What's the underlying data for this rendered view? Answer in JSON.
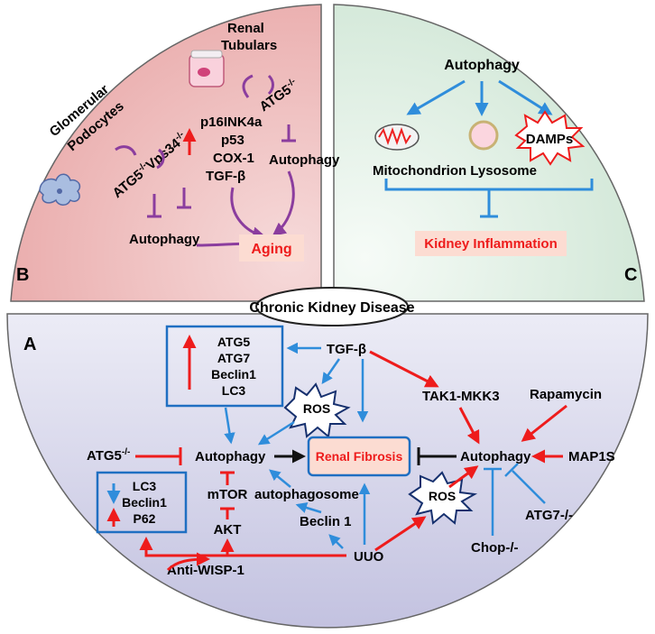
{
  "panels": {
    "B": {
      "letter": "B",
      "renal": [
        "Renal",
        "Tubulars"
      ],
      "glom": [
        "Glomerular",
        "Podocytes"
      ],
      "atg5vps": "ATG5",
      "atg5vps_sup1": "-/-",
      "atg5vps_mid": "Vps34",
      "atg5vps_sup2": "-/-",
      "atg5_right": "ATG5",
      "atg5_right_sup": "-/-",
      "markers": [
        "p16INK4a",
        "p53",
        "COX-1",
        "TGF-β"
      ],
      "autophagy_right": "Autophagy",
      "autophagy_left": "Autophagy",
      "aging": "Aging"
    },
    "C": {
      "letter": "C",
      "autophagy": "Autophagy",
      "mito_lyso": "Mitochondrion Lysosome",
      "damps": "DAMPs",
      "inflammation": "Kidney Inflammation"
    },
    "title": "Chronic Kidney Disease",
    "A": {
      "letter": "A",
      "box1": [
        "ATG5",
        "ATG7",
        "Beclin1",
        "LC3"
      ],
      "tgfb": "TGF-β",
      "tak": "TAK1-MKK3",
      "rapamycin": "Rapamycin",
      "ros1": "ROS",
      "ros2": "ROS",
      "atg5ko": "ATG5",
      "atg5ko_sup": "-/-",
      "autophagy_left": "Autophagy",
      "renal_fibrosis": "Renal Fibrosis",
      "autophagy_right": "Autophagy",
      "map1s": "MAP1S",
      "mtor": "mTOR",
      "autophagosome": "autophagosome",
      "box2": [
        "LC3",
        "Beclin1",
        "P62"
      ],
      "akt": "AKT",
      "beclin1": "Beclin 1",
      "atg7ko": "ATG7-/-",
      "chop": "Chop-/-",
      "uuo": "UUO",
      "antiwisp": "Anti-WISP-1"
    }
  },
  "colors": {
    "red": "#ee1c1c",
    "blue": "#2f8ddb",
    "purple": "#8b3d9e",
    "box_blue": "#1f6fc2",
    "pink_bg": "#f2c6c6",
    "green_bg": "#e2f0e6",
    "lavender_bg": "#d9d8ec",
    "salmon": "#fcdcd2"
  },
  "icons": [
    "podocyte-icon",
    "renal-tubule-cell-icon",
    "mitochondrion-icon",
    "lysosome-icon",
    "damps-burst-icon",
    "ros-burst-icon"
  ]
}
